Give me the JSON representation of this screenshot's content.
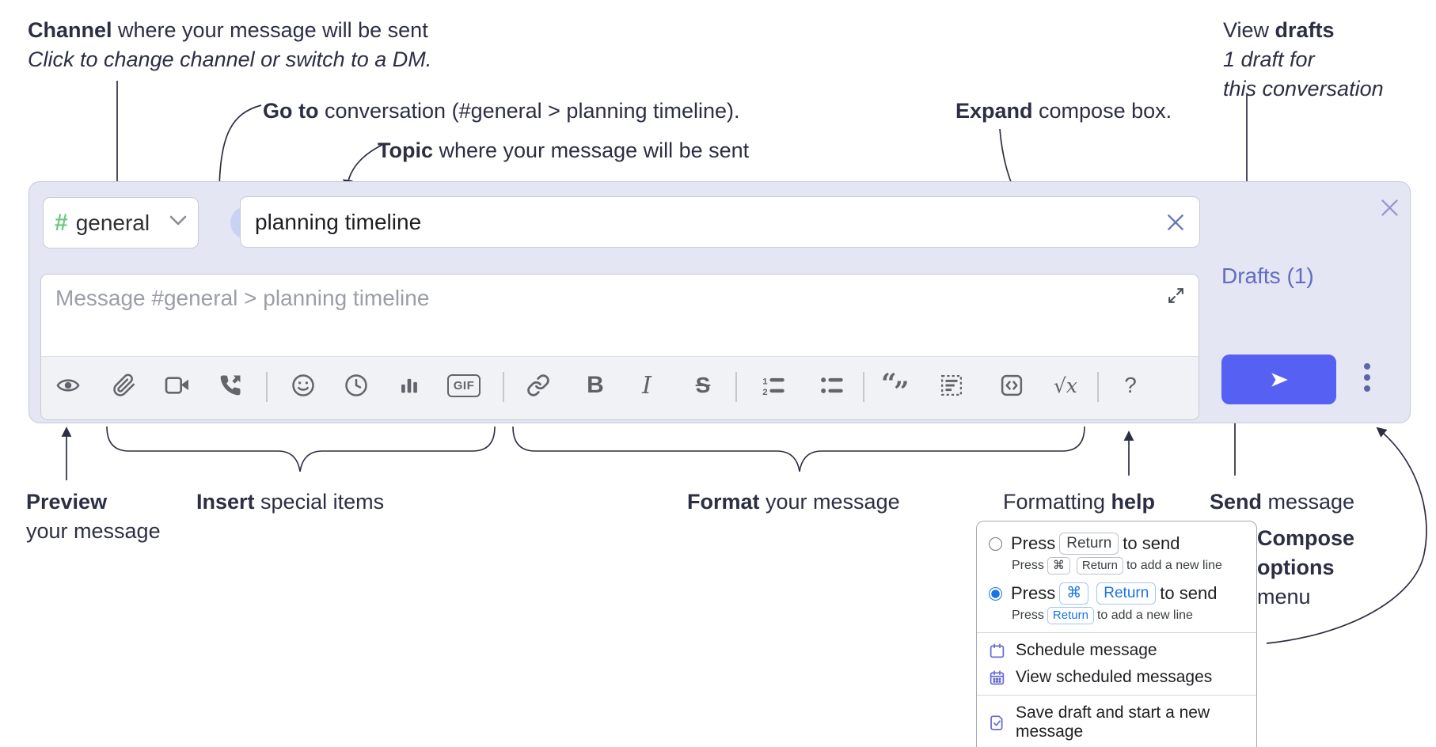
{
  "annotations": {
    "channel": {
      "bold": "Channel",
      "rest": " where your message will be sent",
      "line2": "Click to change channel or switch to a DM."
    },
    "goto": {
      "bold": "Go to",
      "rest": " conversation (#general > planning timeline)."
    },
    "topic": {
      "bold": "Topic",
      "rest": " where your message will be sent"
    },
    "expand": {
      "bold": "Expand",
      "rest": " compose box."
    },
    "drafts": {
      "line1_pre": "View ",
      "line1_bold": "drafts",
      "line2": "1 draft for",
      "line3": "this conversation"
    },
    "preview": {
      "bold": "Preview",
      "line2": "your message"
    },
    "insert": {
      "bold": "Insert",
      "rest": " special items"
    },
    "format": {
      "bold": "Format",
      "rest": " your message"
    },
    "help": {
      "pre": "Formatting ",
      "bold": "help"
    },
    "send": {
      "bold": "Send",
      "rest": " message"
    },
    "compose_options": {
      "line1": "Compose",
      "line2": "options",
      "line3": "menu"
    }
  },
  "compose": {
    "channel_hash": "#",
    "channel_name": "general",
    "topic_value": "planning timeline",
    "message_placeholder": "Message #general > planning timeline",
    "drafts_link": "Drafts (1)",
    "toolbar": {
      "gif": "GIF",
      "bold": "B",
      "italic": "I",
      "strike": "S",
      "quote_open": "“",
      "quote_close": "”",
      "math": "√x",
      "help": "?",
      "ol_1": "1",
      "ol_2": "2"
    }
  },
  "popup": {
    "opt1": {
      "press": "Press",
      "kbd": "Return",
      "tail": "to send",
      "sub_press": "Press",
      "sub_kbd1": "⌘",
      "sub_kbd2": "Return",
      "sub_tail": "to add a new line"
    },
    "opt2": {
      "press": "Press",
      "kbd1": "⌘",
      "kbd2": "Return",
      "tail": "to send",
      "sub_press": "Press",
      "sub_kbd": "Return",
      "sub_tail": "to add a new line"
    },
    "items": [
      {
        "label": "Schedule message"
      },
      {
        "label": "View scheduled messages"
      },
      {
        "label": "Save draft and start a new message"
      }
    ]
  },
  "colors": {
    "send_button": "#5660f2",
    "channel_hash_green": "#6ec87f",
    "drafts_link": "#636cc2",
    "kbd_blue": "#1a73e8",
    "annotation_text": "#2c2e43",
    "compose_background": "#e4e6f3"
  }
}
